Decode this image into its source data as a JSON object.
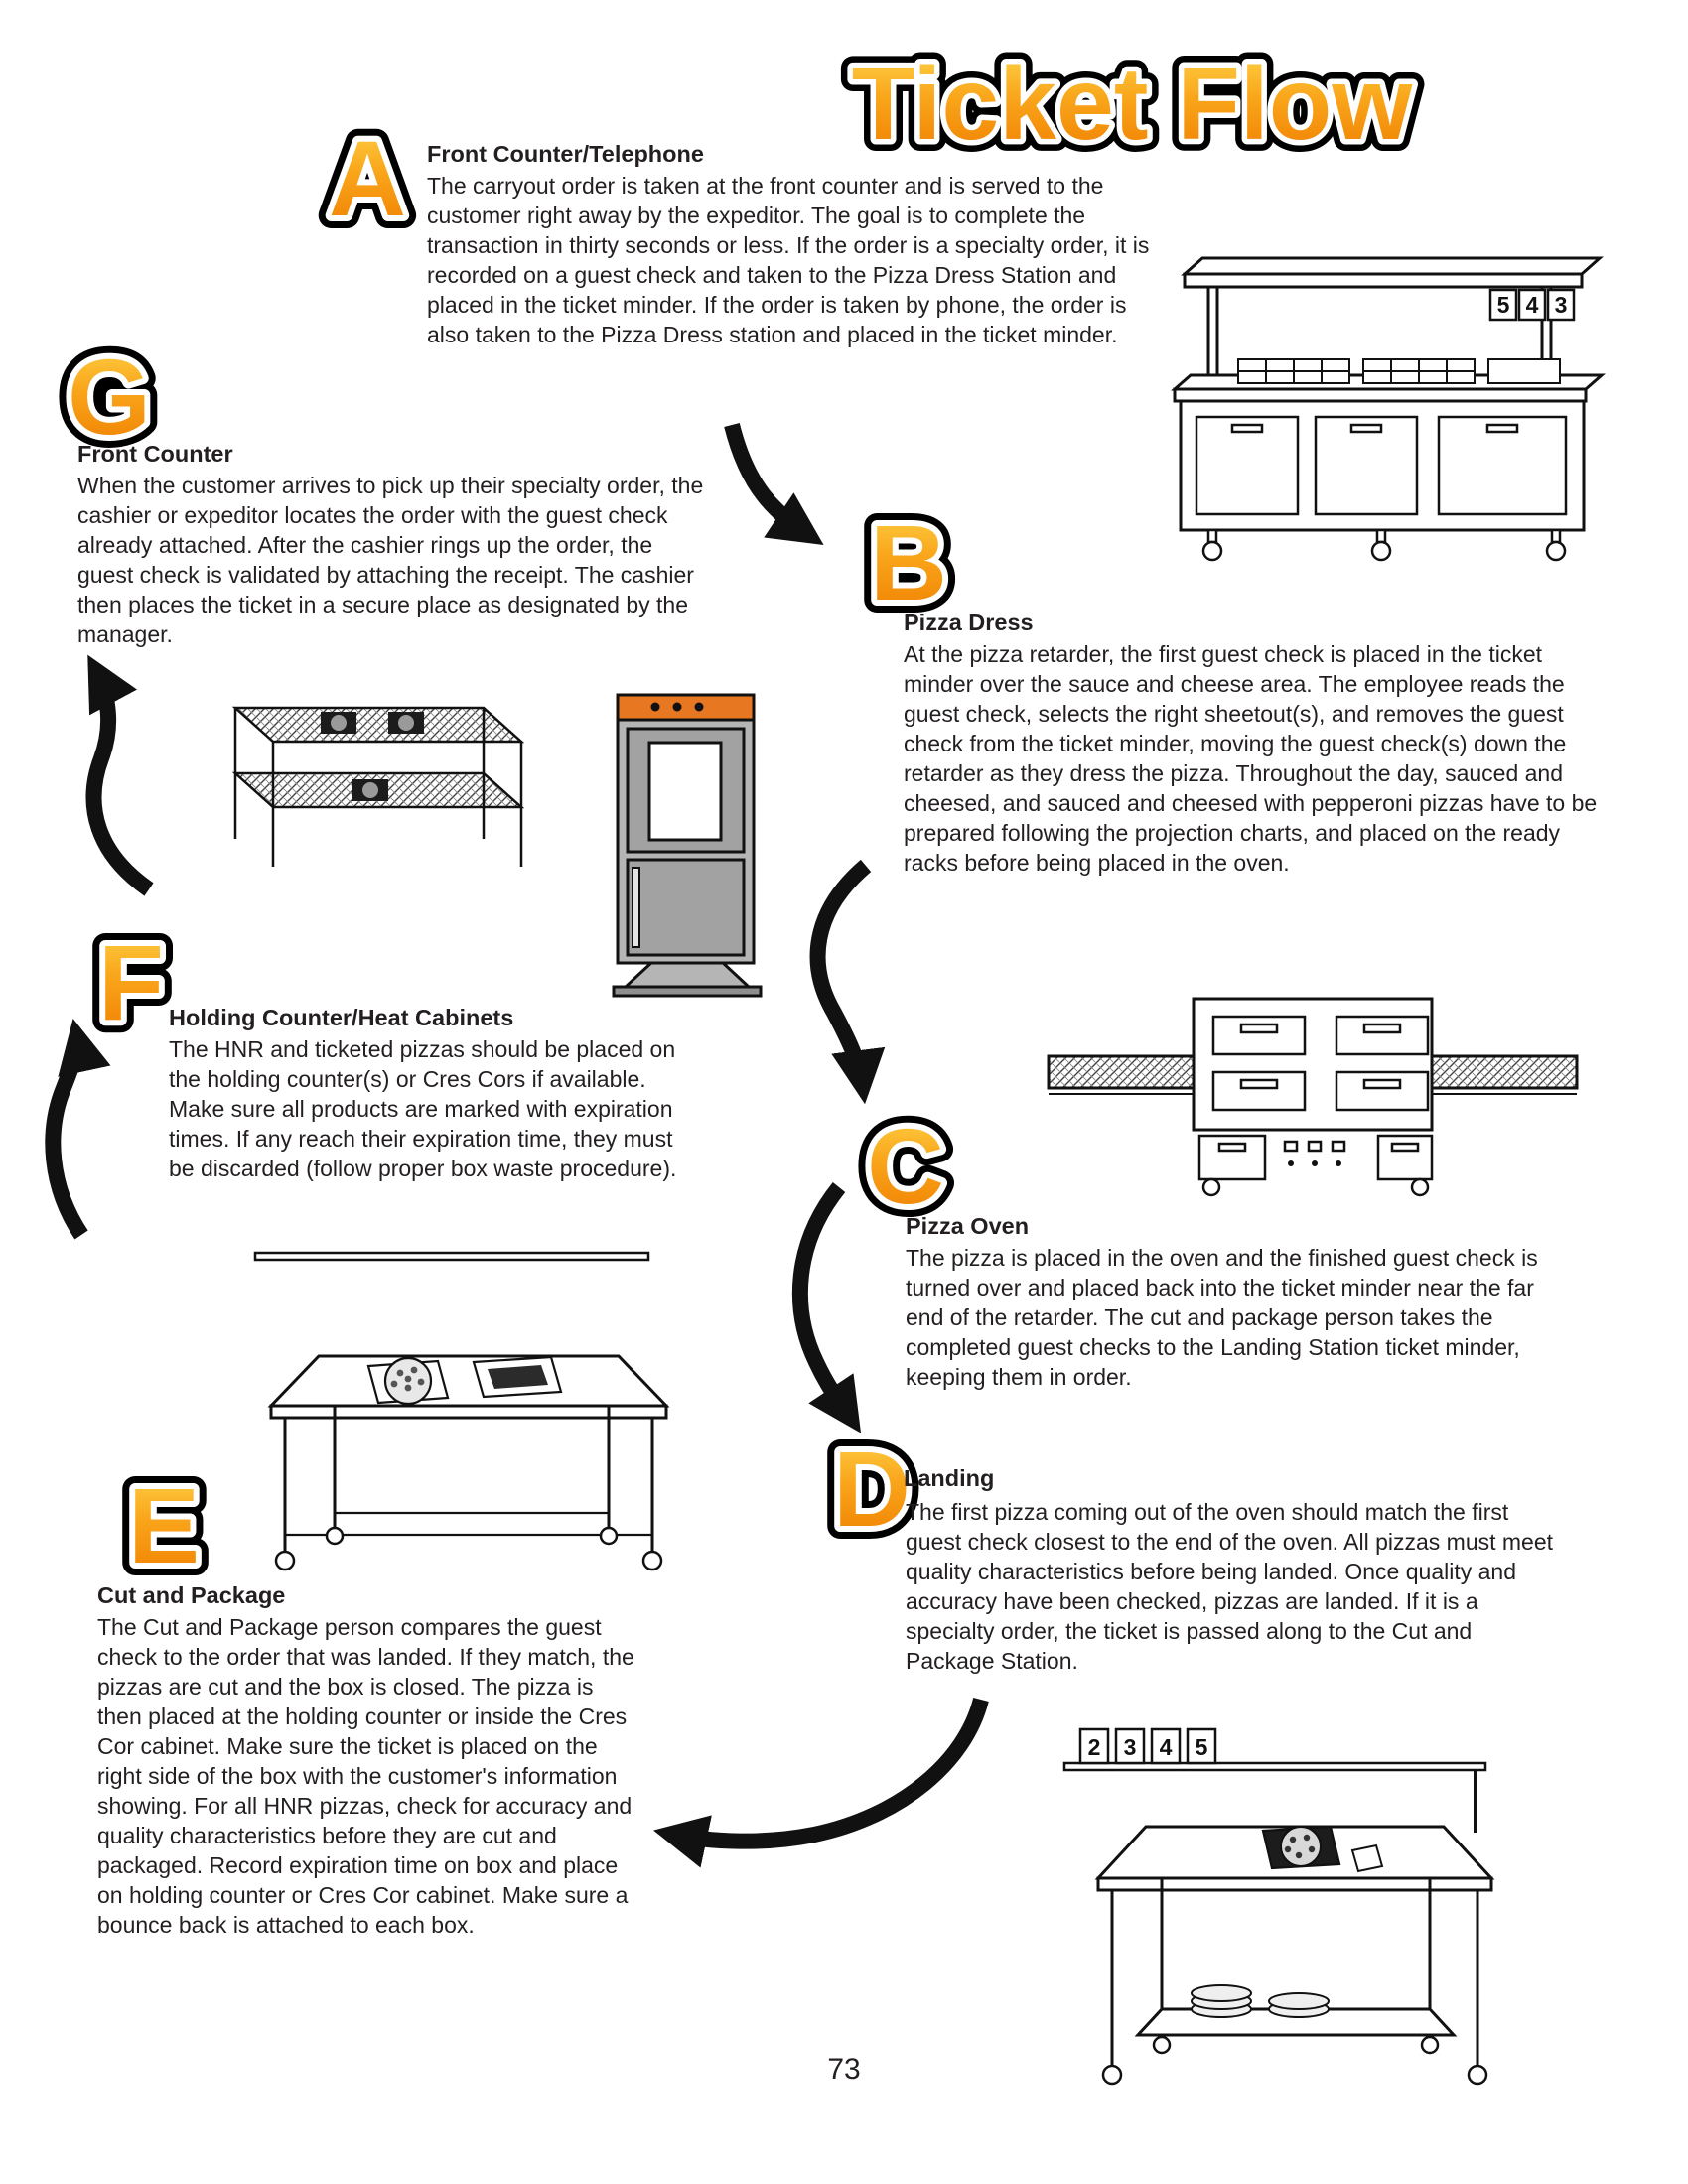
{
  "page": {
    "title": "Ticket Flow",
    "page_number": "73"
  },
  "sections": {
    "a": {
      "letter": "A",
      "heading": "Front Counter/Telephone",
      "body": "The carryout order is taken at the front counter and is served to the customer right away by the expeditor. The goal is to complete the transaction in thirty seconds or less. If the order is a specialty order, it is recorded on a guest check and taken to the Pizza Dress Station and placed in the ticket minder. If the order is taken by phone, the order is also taken to the Pizza Dress station and placed in the ticket minder."
    },
    "b": {
      "letter": "B",
      "heading": "Pizza Dress",
      "body": "At the pizza retarder, the first guest check is placed in the ticket minder over the sauce and cheese area. The employee reads the guest check, selects the right sheetout(s), and removes the guest check from the ticket minder, moving the guest check(s) down the retarder as they dress the pizza. Throughout the day, sauced and cheesed, and sauced and cheesed with pepperoni pizzas have to be prepared following the projection charts, and placed on the ready racks before being placed in the oven."
    },
    "c": {
      "letter": "C",
      "heading": "Pizza Oven",
      "body": "The pizza is placed in the oven and the finished guest check is turned over and placed back into the ticket minder near the far end of the retarder. The cut and package person takes the completed guest checks to the Landing Station ticket minder, keeping them in order."
    },
    "d": {
      "letter": "D",
      "heading": "Landing",
      "body": "The first pizza coming out of the oven should match the first guest check closest to the end of the oven. All pizzas must meet quality characteristics before being landed. Once quality and accuracy have been checked, pizzas are landed. If it is a specialty order, the ticket is passed along to the Cut and Package Station."
    },
    "e": {
      "letter": "E",
      "heading": "Cut and Package",
      "body": "The Cut and Package person compares the guest check to the order that was landed. If they match, the pizzas are cut and the box is closed. The pizza is then placed at the holding counter or inside the Cres Cor cabinet. Make sure the ticket is placed on the right side of the box with the customer's information showing. For all HNR pizzas, check for accuracy and quality characteristics before they are cut and packaged. Record expiration time on box and place on holding counter or Cres Cor cabinet. Make sure a bounce back is attached to each box."
    },
    "f": {
      "letter": "F",
      "heading": "Holding Counter/Heat Cabinets",
      "body": "The HNR and ticketed pizzas should be placed on the holding counter(s) or Cres Cors if available. Make sure all products are marked with expiration times. If any reach their expiration time, they must be discarded (follow proper box waste procedure)."
    },
    "g": {
      "letter": "G",
      "heading": "Front Counter",
      "body": "When the customer arrives to pick up their specialty order, the cashier or expeditor locates the order with the guest check already attached. After the cashier rings up the order, the guest check is validated by attaching the receipt. The cashier then places the ticket in a secure place as designated by the manager."
    }
  },
  "illustrations": {
    "front_counter_tickets": [
      "5",
      "4",
      "3"
    ],
    "landing_tickets": [
      "2",
      "3",
      "4",
      "5"
    ]
  },
  "colors": {
    "title_orange": "#F59300",
    "title_yellow": "#FFD54A",
    "cabinet_band_orange": "#E87722",
    "line_art": "#111111"
  }
}
